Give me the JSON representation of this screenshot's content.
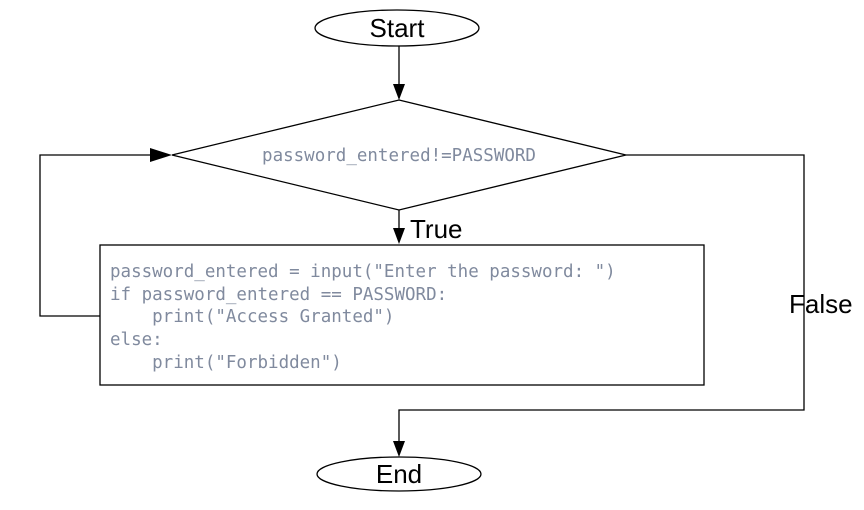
{
  "nodes": {
    "start": {
      "label": "Start"
    },
    "decision": {
      "label": "password_entered!=PASSWORD"
    },
    "process": {
      "lines": [
        "password_entered = input(\"Enter the password: \")",
        "if password_entered == PASSWORD:",
        "    print(\"Access Granted\")",
        "else:",
        "    print(\"Forbidden\")"
      ]
    },
    "end": {
      "label": "End"
    }
  },
  "edges": {
    "true_label": "True",
    "false_label": "False"
  },
  "colors": {
    "stroke": "#000000",
    "code_text": "#808a9e",
    "background": "#ffffff"
  }
}
